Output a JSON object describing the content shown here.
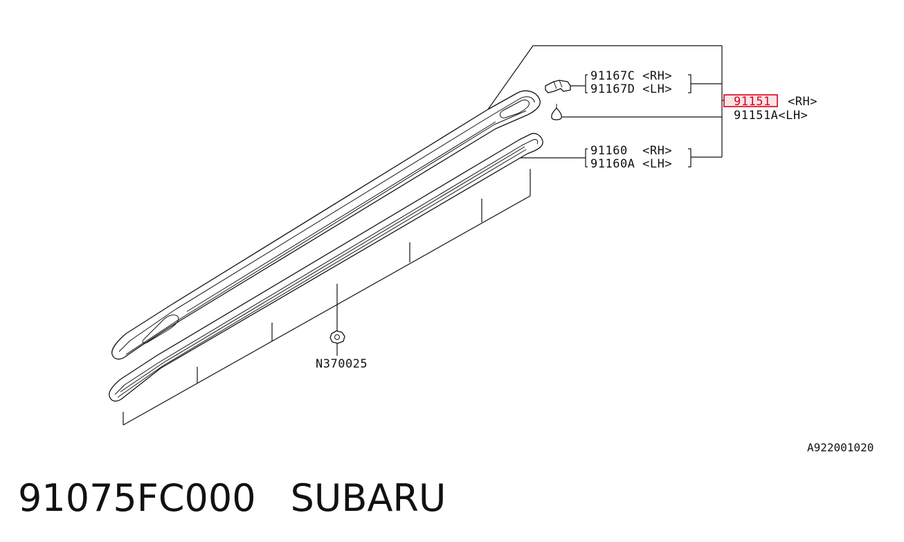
{
  "diagram": {
    "callouts": {
      "bracket_rh": "91167C <RH>",
      "bracket_lh": "91167D <LH>",
      "assembly_rh_code": "91151",
      "assembly_rh_side": "<RH>",
      "assembly_lh": "91151A<LH>",
      "rail_rh": "91160  <RH>",
      "rail_lh": "91160A <LH>",
      "nut": "N370025"
    },
    "reference_code": "A922001020",
    "highlight_color": "#d9001b"
  },
  "footer": {
    "part_number": "91075FC000",
    "brand": "SUBARU"
  }
}
